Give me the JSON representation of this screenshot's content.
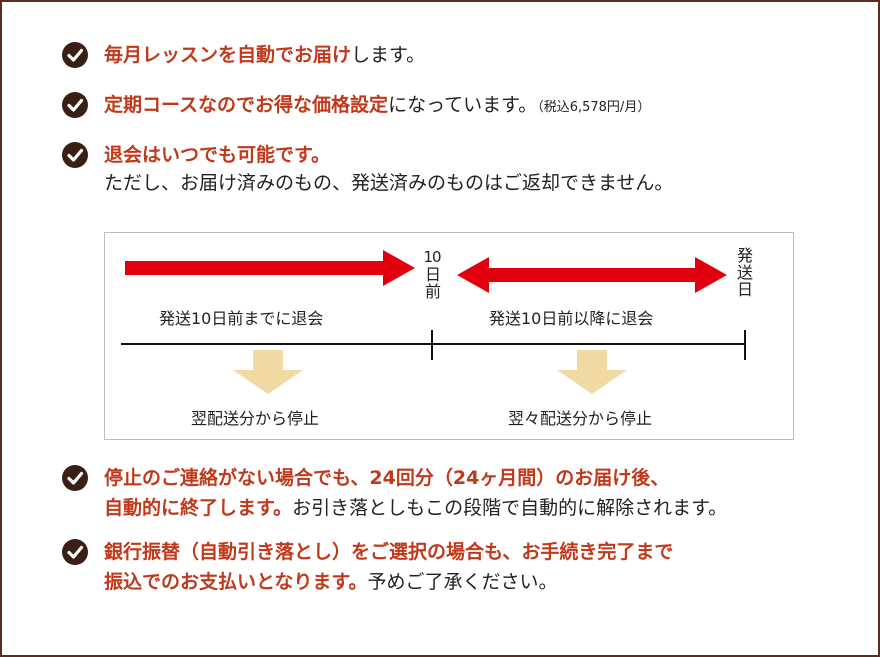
{
  "items": [
    {
      "red": "毎月レッスンを自動でお届け",
      "black": "します。"
    },
    {
      "red": "定期コースなのでお得な価格設定",
      "black": "になっています。",
      "note": "（税込6,578円/月）"
    },
    {
      "red": "退会はいつでも可能です。",
      "line2": "ただし、お届け済みのもの、発送済みのものはご返却できません。"
    },
    {
      "red": "停止のご連絡がない場合でも、24回分（24ヶ月間）のお届け後、",
      "line2_red": "自動的に終了します。",
      "line2_black": "お引き落としもこの段階で自動的に解除されます。"
    },
    {
      "red": "銀行振替（自動引き落とし）をご選択の場合も、お手続き完了まで",
      "line2_red": "振込でのお支払いとなります。",
      "line2_black": "予めご了承ください。"
    }
  ],
  "diagram": {
    "marker_10": [
      "1",
      "0",
      "日",
      "前"
    ],
    "marker_ship": [
      "発",
      "送",
      "日"
    ],
    "left_label": "発送10日前までに退会",
    "right_label": "発送10日前以降に退会",
    "left_result": "翌配送分から停止",
    "right_result": "翌々配送分から停止",
    "colors": {
      "arrow_red": "#e2000f",
      "arrow_down": "#f0d9a2",
      "text_red": "#c0391b"
    }
  }
}
